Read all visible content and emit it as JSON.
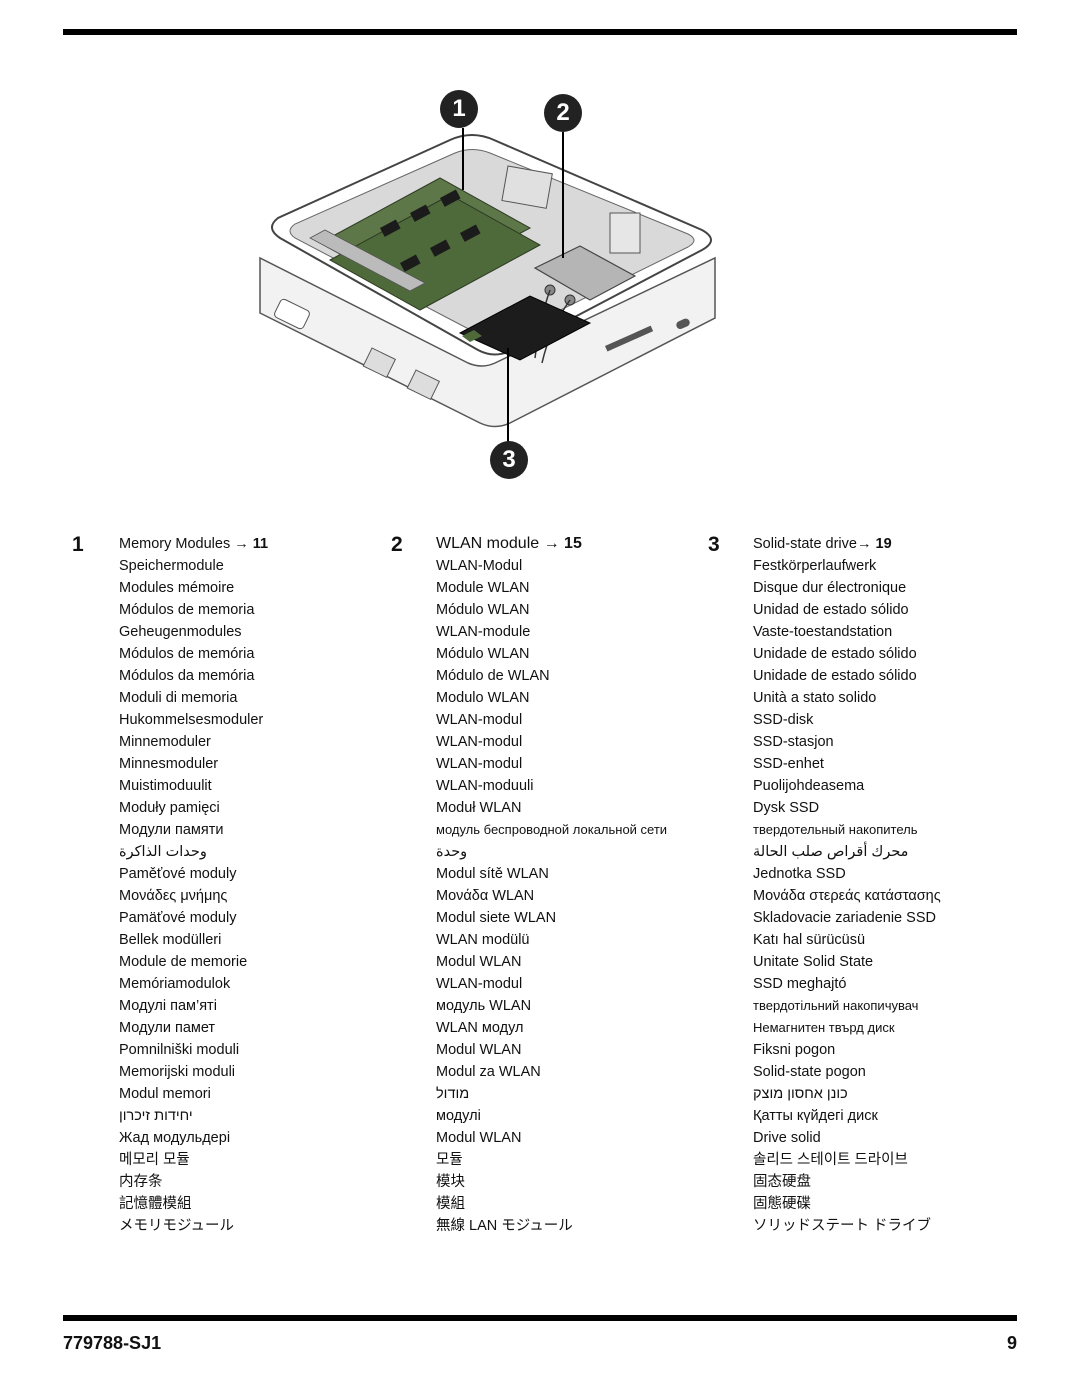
{
  "footer": {
    "doc_number": "779788-SJ1",
    "page_number": "9"
  },
  "figure": {
    "callouts": [
      "1",
      "2",
      "3"
    ]
  },
  "columns": [
    {
      "number": "1",
      "page_ref": "11",
      "terms": [
        "Memory Modules →",
        "Speichermodule",
        "Modules mémoire",
        "Módulos de memoria",
        "Geheugenmodules",
        "Módulos de memória",
        "Módulos da memória",
        "Moduli di memoria",
        "Hukommelsesmoduler",
        "Minnemoduler",
        "Minnesmoduler",
        "Muistimoduulit",
        "Moduły pamięci",
        "Модули памяти",
        "وحدات الذاكرة",
        "Paměťové moduly",
        "Μονάδες μνήμης",
        "Pamäťové moduly",
        "Bellek modülleri",
        "Module de memorie",
        "Memóriamodulok",
        "Модулі пам’яті",
        "Модули памет",
        "Pomnilniški moduli",
        "Memorijski moduli",
        "Modul memori",
        "יחידות זיכרון",
        "Жад модульдері",
        "메모리 모듈",
        "内存条",
        "記憶體模組",
        "メモリモジュール"
      ]
    },
    {
      "number": "2",
      "page_ref": "15",
      "terms": [
        "WLAN module →",
        "WLAN-Modul",
        "Module WLAN",
        "Módulo WLAN",
        "WLAN-module",
        "Módulo WLAN",
        "Módulo de WLAN",
        "Modulo WLAN",
        "WLAN-modul",
        "WLAN-modul",
        "WLAN-modul",
        "WLAN-moduuli",
        "Moduł WLAN",
        "модуль беспроводной локальной сети",
        "وحدة",
        "Modul sítě WLAN",
        "Μονάδα WLAN",
        "Modul siete WLAN",
        "WLAN modülü",
        "Modul WLAN",
        "WLAN-modul",
        "модуль WLAN",
        "WLAN модул",
        "Modul WLAN",
        "Modul za WLAN",
        "מודול",
        "модулі",
        "Modul WLAN",
        "모듈",
        "模块",
        "模組",
        "無線 LAN モジュール"
      ]
    },
    {
      "number": "3",
      "page_ref": "19",
      "terms": [
        "Solid-state drive→",
        "Festkörperlaufwerk",
        "Disque dur électronique",
        "Unidad de estado sólido",
        "Vaste-toestandstation",
        "Unidade de estado sólido",
        "Unidade de estado sólido",
        "Unità a stato solido",
        "SSD-disk",
        "SSD-stasjon",
        "SSD-enhet",
        "Puolijohdeasema",
        "Dysk SSD",
        "твердотельный накопитель",
        "محرك أقراص صلب الحالة",
        "Jednotka SSD",
        "Μονάδα στερεάς κατάστασης",
        "Skladovacie zariadenie SSD",
        "Katı hal sürücüsü",
        "Unitate Solid State",
        "SSD meghajtó",
        "твердотільний накопичувач",
        "Немагнитен твърд диск",
        "Fiksni pogon",
        "Solid-state pogon",
        "כונן אחסון מוצק",
        "Қатты күйдегі диск",
        "Drive solid",
        "솔리드 스테이트 드라이브",
        "固态硬盘",
        "固態硬碟",
        "ソリッドステート ドライブ"
      ]
    }
  ],
  "colors": {
    "rule": "#000000",
    "text": "#111111",
    "callout_fill": "#222222",
    "pcb_green": "#4e6a3a"
  }
}
